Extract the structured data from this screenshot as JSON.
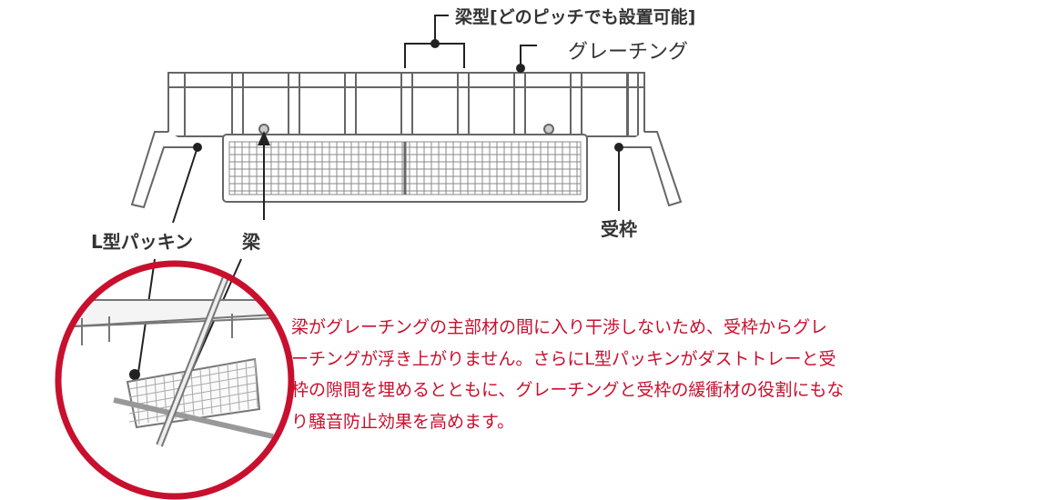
{
  "labels": {
    "beam_type": "梁型[どのピッチでも設置可能]",
    "grating": "グレーチング",
    "frame": "受枠",
    "l_packing": "L型パッキン",
    "beam": "梁"
  },
  "description": {
    "lines": [
      "梁がグレーチングの主部材の間に入り干渉しないため、受枠からグレ",
      "ーチングが浮き上がりません。さらにL型パッキンがダストトレーと受",
      "枠の隙間を埋めるとともに、グレーチングと受枠の緩衝材の役割にもな",
      "り騒音防止効果を高めます。"
    ]
  },
  "colors": {
    "accent": "#c8102e",
    "line": "#555555"
  }
}
